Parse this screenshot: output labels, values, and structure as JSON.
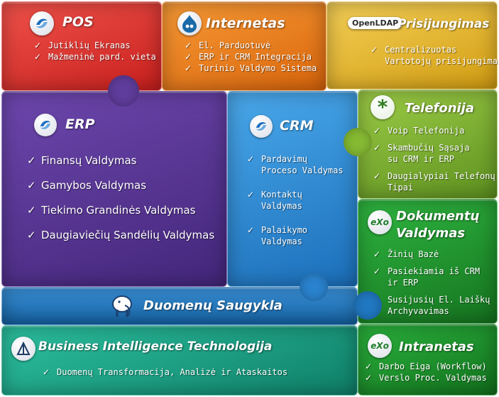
{
  "colors": {
    "pos": "#e2322e",
    "internetas": "#ef7d17",
    "prisijungimas": "#e8b52a",
    "erp": "#5a3796",
    "crm": "#2b8ed6",
    "telefonija": "#7cb230",
    "dokumentu": "#1f9e2e",
    "saugykla": "#2078c2",
    "bi": "#19a487",
    "intranetas": "#1b9a2e"
  },
  "pos": {
    "title": "POS",
    "icon": "swirl-logo-icon",
    "items": [
      "Jutiklių Ekranas",
      "Mažmeninė pard. vieta"
    ]
  },
  "internetas": {
    "title": "Internetas",
    "icon": "drupal-drop-icon",
    "items": [
      "El. Parduotuvė",
      "ERP ir CRM Integracija",
      "Turinio Valdymo Sistema"
    ]
  },
  "prisijungimas": {
    "title": "Prisijungimas",
    "logo": "OpenLDAP",
    "items": [
      {
        "line1": "Centralizuotas",
        "line2": "Vartotojų prisijungimas"
      }
    ]
  },
  "erp": {
    "title": "ERP",
    "icon": "swirl-logo-icon",
    "items": [
      "Finansų Valdymas",
      "Gamybos Valdymas",
      "Tiekimo Grandinės Valdymas",
      "Daugiaviečių Sandėlių Valdymas"
    ]
  },
  "crm": {
    "title": "CRM",
    "icon": "swirl-logo-icon",
    "items": [
      {
        "line1": "Pardavimų",
        "line2": "Proceso Valdymas"
      },
      {
        "line1": "Kontaktų",
        "line2": "Valdymas"
      },
      {
        "line1": "Palaikymo",
        "line2": "Valdymas"
      }
    ]
  },
  "telefonija": {
    "title": "Telefonija",
    "icon": "asterisk-logo-icon",
    "items": [
      {
        "line1": "Voip Telefonija",
        "line2": ""
      },
      {
        "line1": "Skambučių Sąsaja",
        "line2": "su CRM ir ERP"
      },
      {
        "line1": "Daugialypiai Telefonų",
        "line2": "Tipai"
      }
    ]
  },
  "dokumentu": {
    "title1": "Dokumentų",
    "title2": "Valdymas",
    "logo": "eXo",
    "items": [
      {
        "line1": "Žinių Bazė",
        "line2": ""
      },
      {
        "line1": "Pasiekiamia iš CRM",
        "line2": "ir ERP"
      },
      {
        "line1": "Susijusių El. Laiškų",
        "line2": "Archyvavimas"
      }
    ]
  },
  "saugykla": {
    "title": "Duomenų Saugykla",
    "icon": "postgresql-elephant-icon"
  },
  "bi": {
    "title": "Business Intelligence Technologija",
    "icon": "pentaho-logo-icon",
    "items": [
      "Duomenų Transformacija, Analizė ir Ataskaitos"
    ]
  },
  "intranetas": {
    "title": "Intranetas",
    "logo": "eXo",
    "items": [
      "Darbo Eiga (Workflow)",
      "Verslo Proc. Valdymas"
    ]
  }
}
